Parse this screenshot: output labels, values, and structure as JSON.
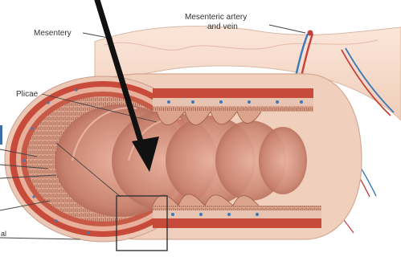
{
  "labels": {
    "mesentery": "Mesentery",
    "mesenteric_vessels_line1": "Mesenteric artery",
    "mesenteric_vessels_line2": "and vein",
    "plicae": "Plicae",
    "cut_off_fragment": "al"
  },
  "annotations": {
    "arrow_color": "#111111",
    "highlight_box_color": "#333333"
  },
  "colors": {
    "tissue_outer": "#f6d7c4",
    "muscle_red": "#c84a3a",
    "lumen_fold": "#d99b86",
    "serosa_edge": "#ead0c2",
    "vessel_blue": "#3b79b8",
    "vessel_red": "#c5403a",
    "accent_strip": "#3b6fa8"
  }
}
